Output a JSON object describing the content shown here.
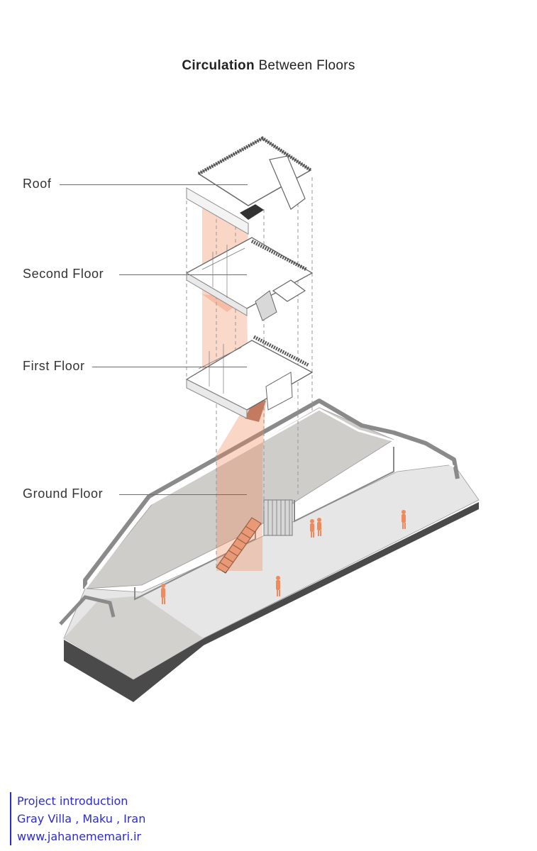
{
  "title": {
    "bold": "Circulation",
    "rest": "Between Floors"
  },
  "floors": [
    {
      "id": "roof",
      "label": "Roof"
    },
    {
      "id": "second",
      "label": "Second Floor"
    },
    {
      "id": "first",
      "label": "First Floor"
    },
    {
      "id": "ground",
      "label": "Ground Floor"
    }
  ],
  "footer": {
    "line1": "Project introduction",
    "line2": "Gray Villa , Maku , Iran",
    "line3": "www.jahanememari.ir"
  },
  "colors": {
    "circulation": "#f08a5d",
    "people": "#f08a5d",
    "ground_dark": "#4a4a4a",
    "ground_mid": "#cfcdca",
    "ground_light": "#e4e4e4",
    "footer_text": "#2b2bd6"
  }
}
